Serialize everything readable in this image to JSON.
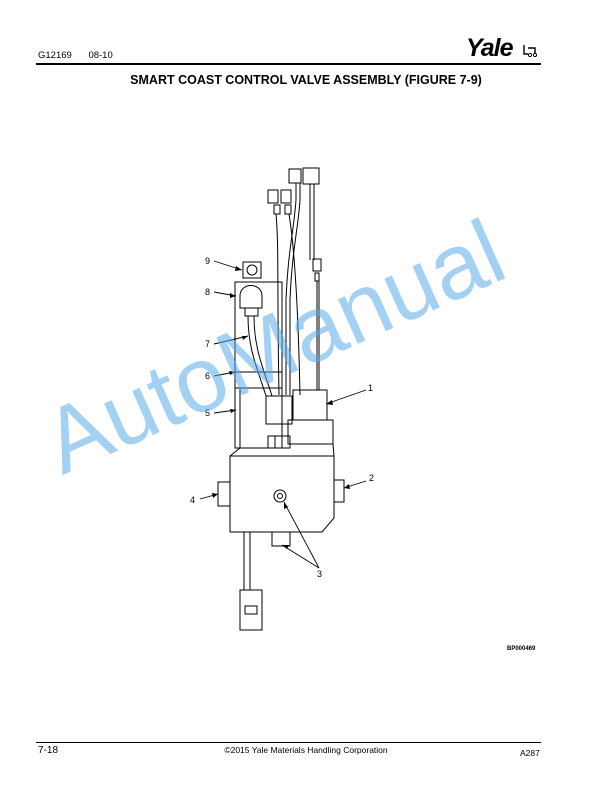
{
  "header": {
    "doc_number": "G12169",
    "doc_date": "08-10",
    "brand": "Yale"
  },
  "title": "SMART COAST CONTROL VALVE ASSEMBLY (FIGURE 7-9)",
  "figure": {
    "callouts": [
      "1",
      "2",
      "3",
      "4",
      "5",
      "6",
      "7",
      "8",
      "9"
    ],
    "code": "BP000469"
  },
  "watermark": "AutoManual",
  "footer": {
    "page": "7-18",
    "copyright": "©2015 Yale Materials Handling Corporation",
    "code": "A287"
  }
}
